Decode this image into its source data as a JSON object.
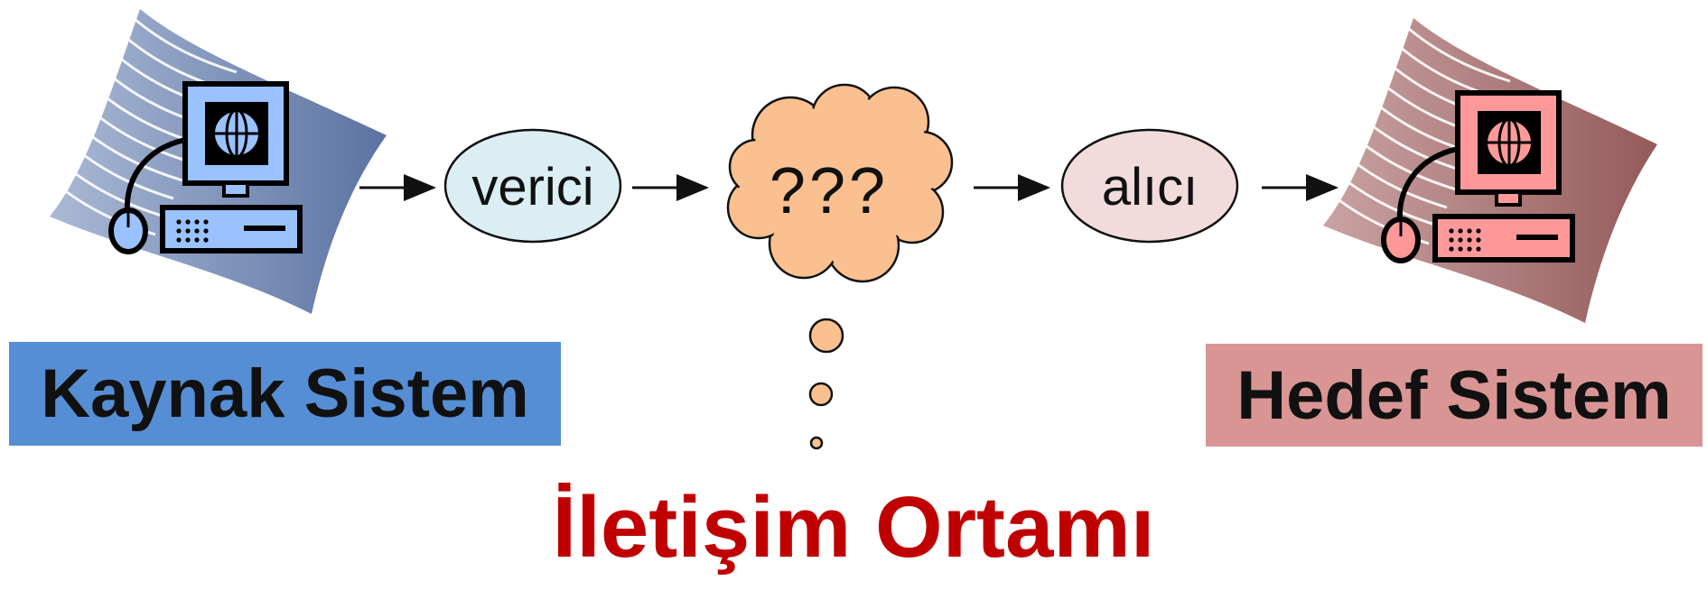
{
  "diagram": {
    "source_system": {
      "label": "Kaynak Sistem",
      "color": "#558ed5",
      "icon": "computer-icon"
    },
    "transmitter": {
      "label": "verici",
      "fill": "#dbeef4"
    },
    "medium": {
      "cloud_label": "???",
      "title": "İletişim Ortamı",
      "cloud_fill": "#fac090",
      "title_color": "#c00000"
    },
    "receiver": {
      "label": "alıcı",
      "fill": "#f2dcdb"
    },
    "target_system": {
      "label": "Hedef Sistem",
      "color": "#d99594",
      "icon": "computer-icon"
    }
  }
}
